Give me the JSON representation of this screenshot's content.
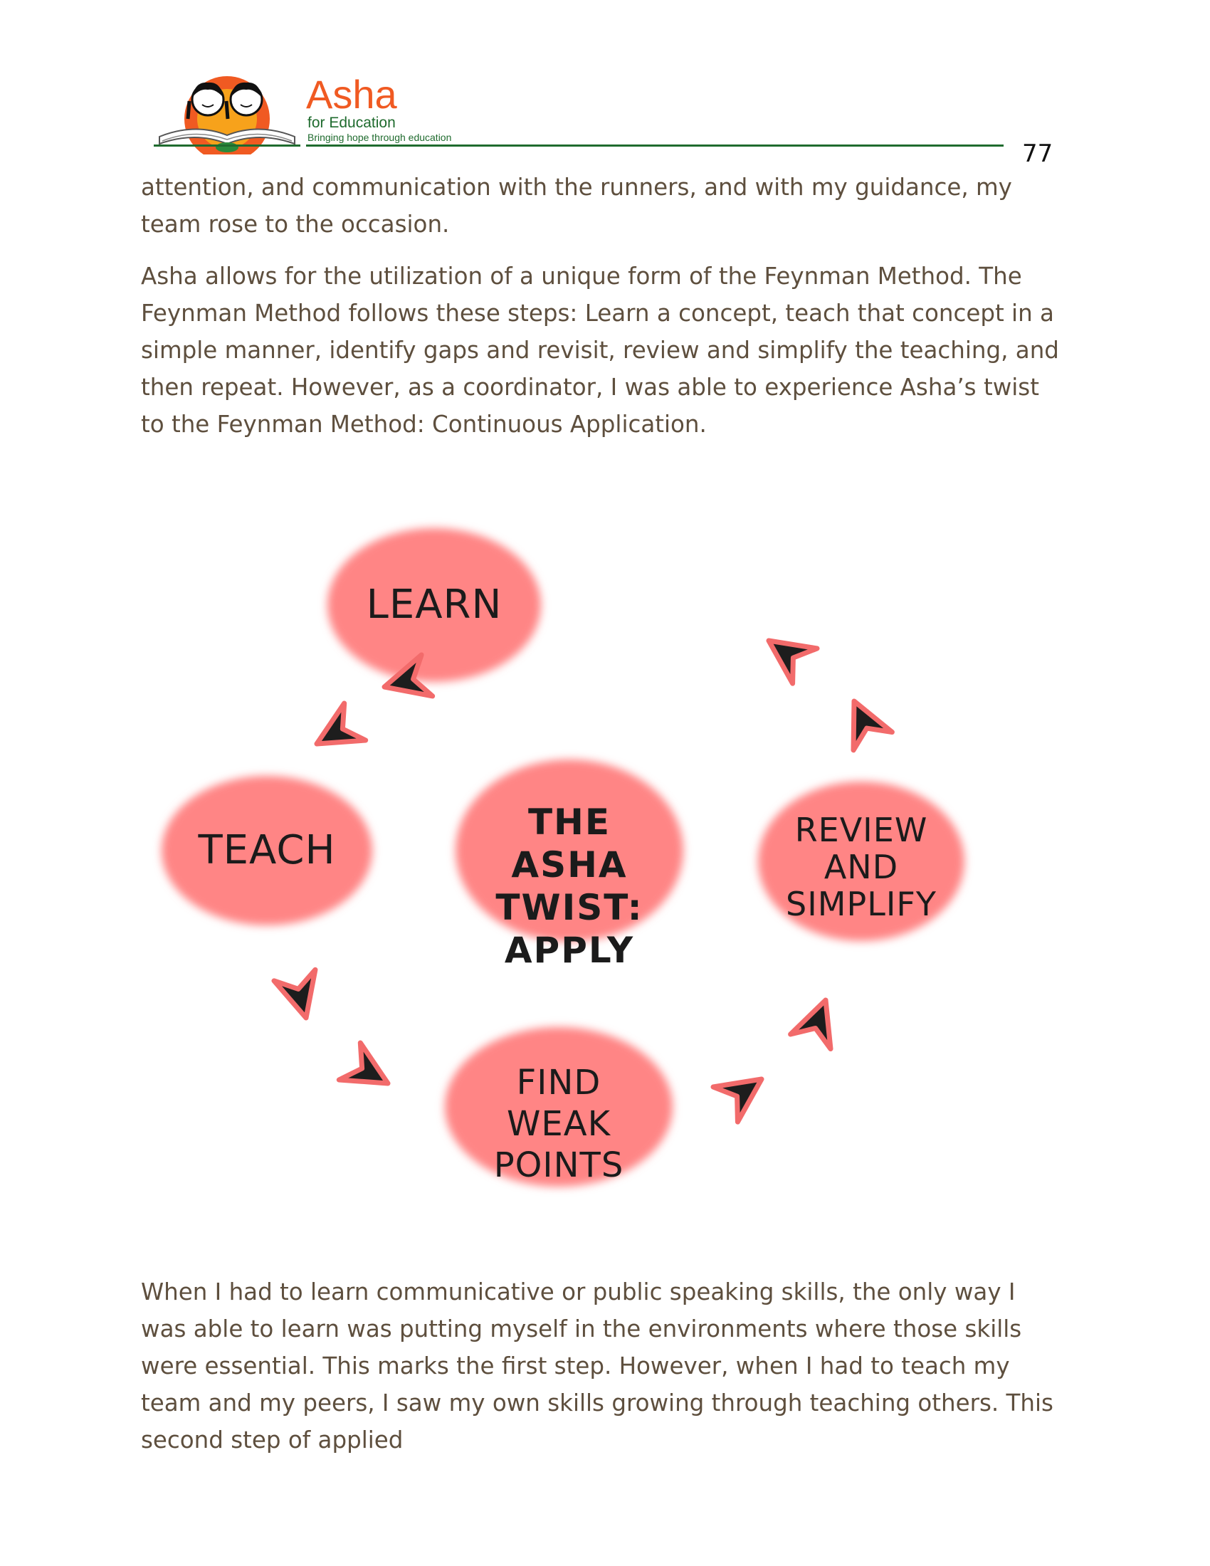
{
  "header": {
    "brand_name": "Asha",
    "brand_sub": "for Education",
    "brand_tagline": "Bringing hope through education",
    "page_number": "77",
    "colors": {
      "brand_orange": "#f05a22",
      "brand_green": "#1f6b2e"
    }
  },
  "paragraphs": [
    "attention, and communication with the runners, and with my guidance, my team rose to the occasion.",
    "Asha allows for the utilization of a unique form of the Feynman Method. The Feynman Method follows these steps: Learn a concept, teach that concept in a simple manner, identify gaps and revisit, review and simplify the teaching, and then repeat. However, as a coordinator, I was able to experience Asha’s twist to the Feynman Method: Continuous Application.",
    "When I had to learn communicative or public speaking skills, the only way I was able to learn was putting myself in the environments where those skills were essential. This marks the first step. However, when I had to teach my team and my peers, I saw my own skills growing through teaching others. This second step of applied"
  ],
  "diagram": {
    "nodes": {
      "learn": "LEARN",
      "teach": "TEACH",
      "center": "THE ASHA TWIST: APPLY",
      "review": "REVIEW AND SIMPLIFY",
      "find": "FIND WEAK POINTS"
    },
    "colors": {
      "blob": "#ff8585",
      "arrow": "#1d1d1d",
      "arrow_outline": "#f26b6b"
    }
  }
}
